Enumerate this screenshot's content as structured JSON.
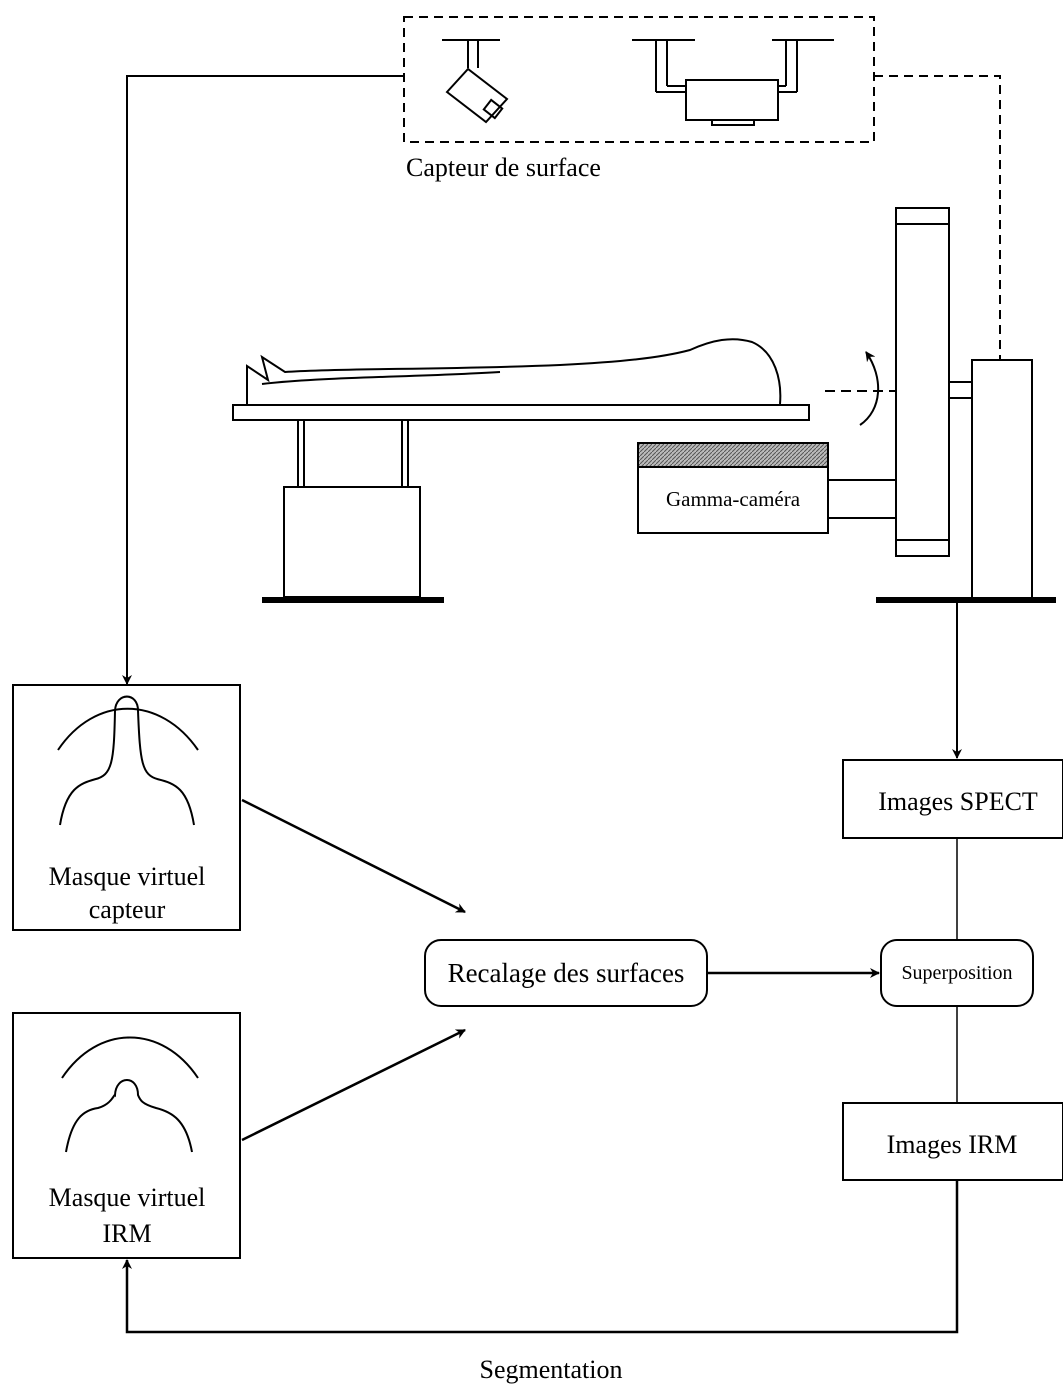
{
  "labels": {
    "surface_sensor": "Capteur de surface",
    "gamma_camera": "Gamma-caméra",
    "images_spect": "Images SPECT",
    "mask_sensor_line1": "Masque virtuel",
    "mask_sensor_line2": "capteur",
    "surface_registration": "Recalage des surfaces",
    "superposition": "Superposition",
    "mask_mri_line1": "Masque virtuel",
    "mask_mri_line2": "IRM",
    "images_mri": "Images IRM",
    "segmentation": "Segmentation"
  },
  "colors": {
    "stroke": "#000000",
    "background": "#ffffff",
    "hatch": "#888888"
  }
}
